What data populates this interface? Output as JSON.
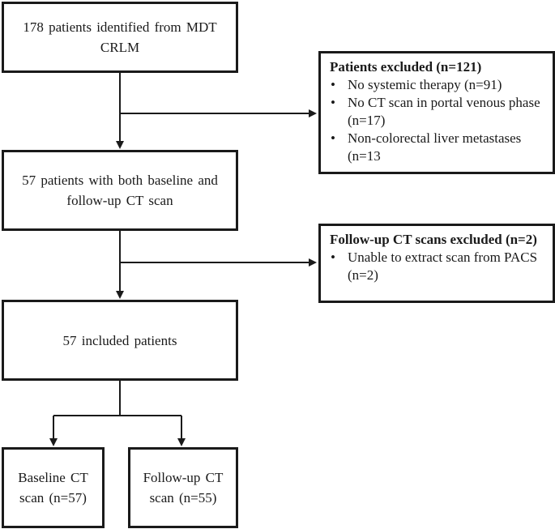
{
  "diagram": {
    "box_identified": {
      "line1": "178 patients  identified from MDT",
      "line2": "CRLM"
    },
    "box_excluded_patients": {
      "header": "Patients excluded (n=121)",
      "items": [
        "No systemic therapy (n=91)",
        "No CT scan in portal venous phase (n=17)",
        "Non-colorectal liver metastases (n=13"
      ]
    },
    "box_both_scans": {
      "line1": "57 patients  with both baseline  and",
      "line2": "follow-up CT scan"
    },
    "box_excluded_scans": {
      "header": "Follow-up CT scans excluded (n=2)",
      "items": [
        "Unable to extract scan from PACS (n=2)"
      ]
    },
    "box_included": {
      "line1": "57 included  patients"
    },
    "box_baseline": {
      "line1": "Baseline  CT",
      "line2": "scan (n=57)"
    },
    "box_followup": {
      "line1": "Follow-up CT",
      "line2": "scan (n=55)"
    },
    "colors": {
      "stroke": "#1a1a1a",
      "background": "#ffffff"
    }
  }
}
